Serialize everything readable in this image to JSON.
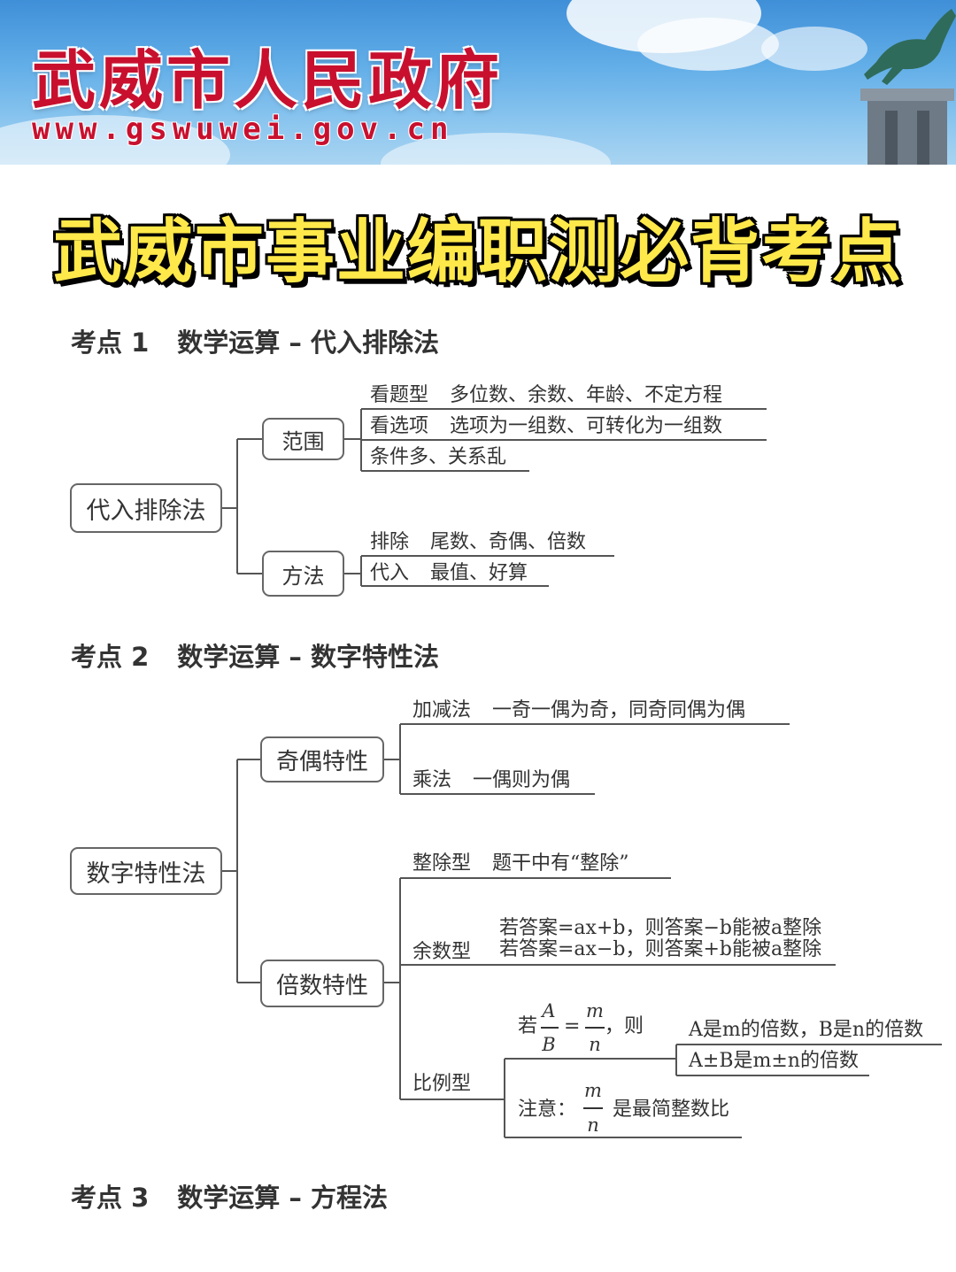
{
  "banner": {
    "title": "武威市人民政府",
    "url": "www.gswuwei.gov.cn"
  },
  "main_title": "武威市事业编职测必背考点",
  "sections": [
    {
      "num": "考点 1",
      "title": "数学运算 – 代入排除法"
    },
    {
      "num": "考点 2",
      "title": "数学运算 – 数字特性法"
    },
    {
      "num": "考点 3",
      "title": "数学运算 – 方程法"
    }
  ],
  "map1": {
    "root": "代入排除法",
    "fanwei": {
      "label": "范围",
      "items": [
        {
          "key": "看题型",
          "value": "多位数、余数、年龄、不定方程"
        },
        {
          "key": "看选项",
          "value": "选项为一组数、可转化为一组数"
        },
        {
          "key": "条件多、关系乱",
          "value": ""
        }
      ]
    },
    "fangfa": {
      "label": "方法",
      "items": [
        {
          "key": "排除",
          "value": "尾数、奇偶、倍数"
        },
        {
          "key": "代入",
          "value": "最值、好算"
        }
      ]
    }
  },
  "map2": {
    "root": "数字特性法",
    "jiou": {
      "label": "奇偶特性",
      "items": [
        {
          "key": "加减法",
          "value": "一奇一偶为奇，同奇同偶为偶"
        },
        {
          "key": "乘法",
          "value": "一偶则为偶"
        }
      ]
    },
    "beishu": {
      "label": "倍数特性",
      "zhengchu": {
        "key": "整除型",
        "value": "题干中有“整除”"
      },
      "yushu": {
        "key": "余数型",
        "line1": "若答案=ax+b，则答案−b能被a整除",
        "line2": "若答案=ax−b，则答案+b能被a整除"
      },
      "bili": {
        "key": "比例型",
        "condition": {
          "ruo": "若",
          "num1": "A",
          "den1": "B",
          "eq": "=",
          "num2": "m",
          "den2": "n",
          "ze": "，则",
          "results": [
            "A是m的倍数，B是n的倍数",
            "A±B是m±n的倍数"
          ]
        },
        "note": {
          "label": "注意：",
          "num": "m",
          "den": "n",
          "text": "是最简整数比"
        }
      }
    }
  }
}
